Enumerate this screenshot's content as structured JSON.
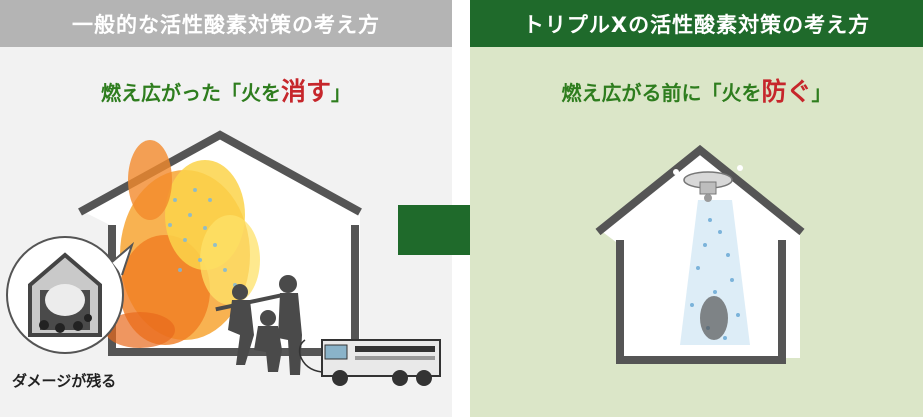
{
  "left_panel": {
    "title": "一般的な活性酸素対策の考え方",
    "headline_prefix": "燃え広がった「火を",
    "headline_accent": "消す",
    "headline_suffix": "」",
    "caption": "ダメージが残る"
  },
  "right_panel": {
    "title": "トリプルXの活性酸素対策の考え方",
    "headline_prefix": "燃え広がる前に「火を",
    "headline_accent": "防ぐ",
    "headline_suffix": "」"
  },
  "colors": {
    "left_header_bg": "#b4b4b4",
    "right_header_bg": "#1f6a2b",
    "headline_green": "#2e7d1e",
    "accent_red": "#c6262b",
    "arrow_green": "#1f6a2b"
  },
  "icons": [
    "house-on-fire-illustration",
    "firefighters-illustration",
    "fire-truck-illustration",
    "damaged-house-inset-icon",
    "arrow-right-icon",
    "ceiling-sprinkler-icon",
    "protected-house-illustration"
  ]
}
